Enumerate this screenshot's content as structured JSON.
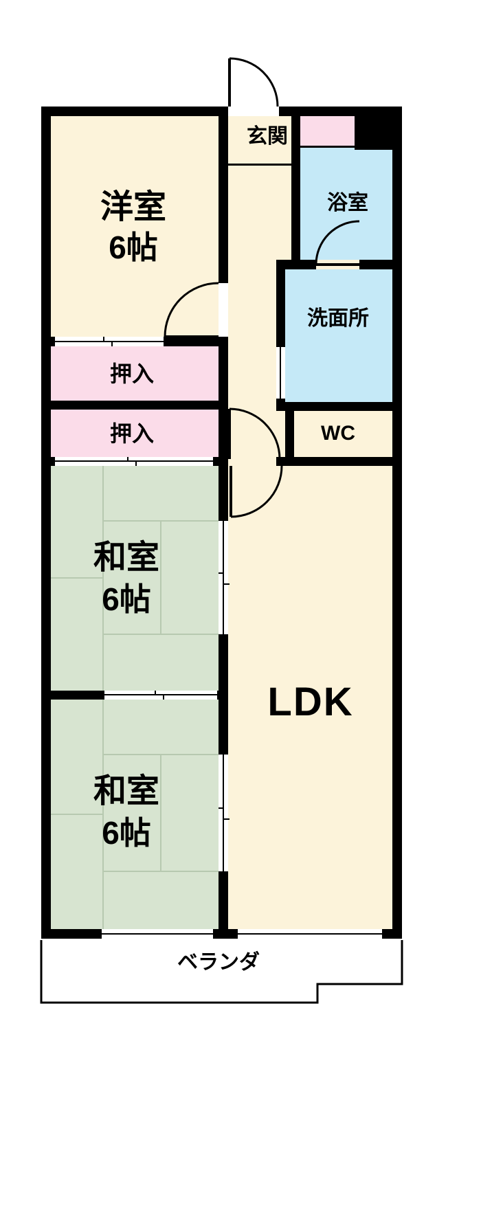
{
  "plan": {
    "type": "apartment-floorplan",
    "rooms": {
      "genkan": {
        "label": "玄関"
      },
      "western_room": {
        "label": "洋室",
        "size": "6帖"
      },
      "bath": {
        "label": "浴室"
      },
      "washroom": {
        "label": "洗面所"
      },
      "closet_upper": {
        "label": "押入"
      },
      "closet_lower": {
        "label": "押入"
      },
      "toilet": {
        "label": "WC"
      },
      "japanese_room_1": {
        "label": "和室",
        "size": "6帖"
      },
      "japanese_room_2": {
        "label": "和室",
        "size": "6帖"
      },
      "ldk": {
        "label": "LDK"
      },
      "veranda": {
        "label": "ベランダ"
      }
    },
    "colors": {
      "wall": "#000000",
      "room_cream": "#fcf3da",
      "closet_pink": "#fbdce9",
      "wet_area_blue": "#c5e9f7",
      "tatami_green": "#d7e4d0",
      "tatami_line": "#b7c9b0"
    }
  }
}
